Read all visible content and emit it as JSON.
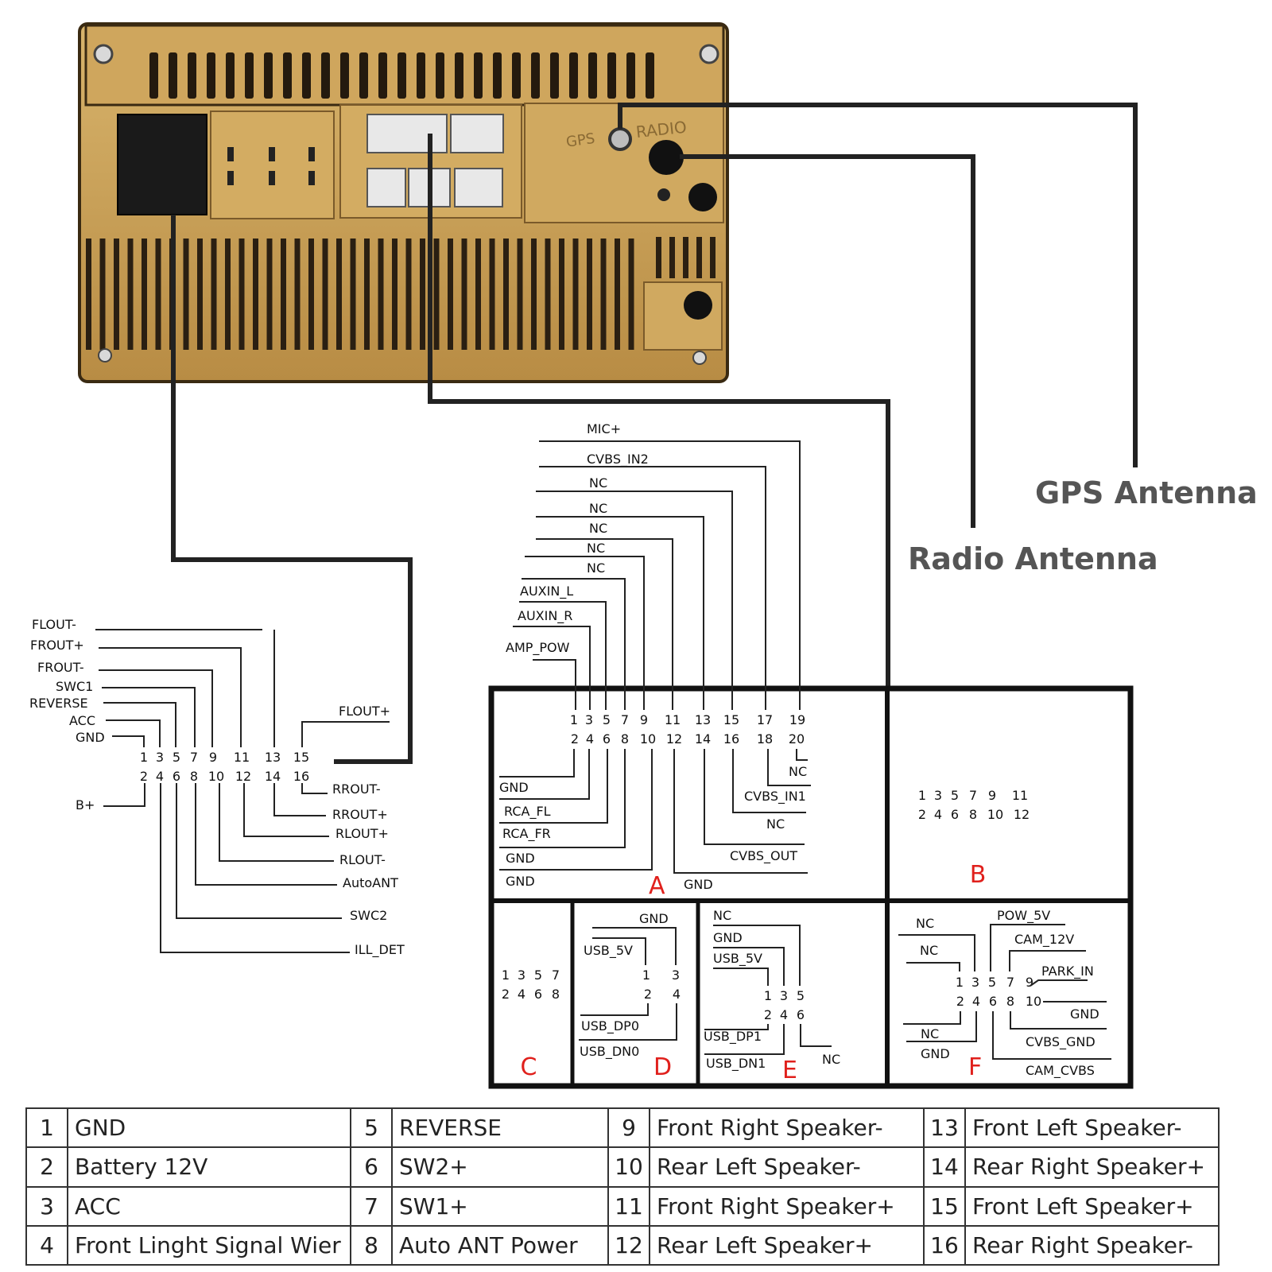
{
  "antenna_labels": {
    "gps": "GPS Antenna",
    "radio": "Radio Antenna"
  },
  "unit_labels": {
    "gps_port": "GPS",
    "radio_port": "RADIO"
  },
  "harness_main": {
    "left_labels": [
      "FLOUT-",
      "FROUT+",
      "FROUT-",
      "SWC1",
      "REVERSE",
      "ACC",
      "GND"
    ],
    "right_labels": [
      "FLOUT+",
      "RROUT-",
      "RROUT+",
      "RLOUT+",
      "RLOUT-",
      "AutoANT",
      "SWC2",
      "ILL_DET"
    ],
    "b_plus": "B+",
    "pins_top": [
      "1",
      "3",
      "5",
      "7",
      "9",
      "11",
      "13",
      "15"
    ],
    "pins_bottom": [
      "2",
      "4",
      "6",
      "8",
      "10",
      "12",
      "14",
      "16"
    ]
  },
  "connector_a": {
    "letter": "A",
    "top_labels": [
      "MIC+",
      "CVBS_IN2",
      "NC",
      "NC",
      "NC",
      "NC",
      "NC",
      "AUXIN_L",
      "AUXIN_R",
      "AMP_POW"
    ],
    "pins_top": [
      "1",
      "3",
      "5",
      "7",
      "9",
      "11",
      "13",
      "15",
      "17",
      "19"
    ],
    "pins_bottom": [
      "2",
      "4",
      "6",
      "8",
      "10",
      "12",
      "14",
      "16",
      "18",
      "20"
    ],
    "bottom_left_labels": [
      "GND",
      "RCA_FL",
      "RCA_FR",
      "GND",
      "GND"
    ],
    "bottom_right_labels": [
      "NC",
      "CVBS_IN1",
      "NC",
      "CVBS_OUT",
      "GND"
    ]
  },
  "connector_b": {
    "letter": "B",
    "pins_top": [
      "1",
      "3",
      "5",
      "7",
      "9",
      "11"
    ],
    "pins_bottom": [
      "2",
      "4",
      "6",
      "8",
      "10",
      "12"
    ]
  },
  "connector_c": {
    "letter": "C",
    "pins_top": [
      "1",
      "3",
      "5",
      "7"
    ],
    "pins_bottom": [
      "2",
      "4",
      "6",
      "8"
    ]
  },
  "connector_d": {
    "letter": "D",
    "labels": [
      "GND",
      "USB_5V",
      "USB_DP0",
      "USB_DN0"
    ],
    "pins_top": [
      "1",
      "3"
    ],
    "pins_bottom": [
      "2",
      "4"
    ]
  },
  "connector_e": {
    "letter": "E",
    "labels": [
      "NC",
      "GND",
      "USB_5V",
      "USB_DP1",
      "USB_DN1",
      "NC"
    ],
    "pins_top": [
      "1",
      "3",
      "5"
    ],
    "pins_bottom": [
      "2",
      "4",
      "6"
    ]
  },
  "connector_f": {
    "letter": "F",
    "left_labels": [
      "NC",
      "NC",
      "NC",
      "GND"
    ],
    "right_labels": [
      "POW_5V",
      "CAM_12V",
      "PARK_IN",
      "GND",
      "CVBS_GND",
      "CAM_CVBS"
    ],
    "pins_top": [
      "1",
      "3",
      "5",
      "7",
      "9"
    ],
    "pins_bottom": [
      "2",
      "4",
      "6",
      "8",
      "10"
    ]
  },
  "pin_table": [
    [
      {
        "n": "1",
        "t": "GND"
      },
      {
        "n": "5",
        "t": "REVERSE"
      },
      {
        "n": "9",
        "t": "Front Right Speaker-"
      },
      {
        "n": "13",
        "t": "Front Left Speaker-"
      }
    ],
    [
      {
        "n": "2",
        "t": "Battery 12V"
      },
      {
        "n": "6",
        "t": "SW2+"
      },
      {
        "n": "10",
        "t": "Rear Left Speaker-"
      },
      {
        "n": "14",
        "t": "Rear Right Speaker+"
      }
    ],
    [
      {
        "n": "3",
        "t": "ACC"
      },
      {
        "n": "7",
        "t": "SW1+"
      },
      {
        "n": "11",
        "t": "Front Right Speaker+"
      },
      {
        "n": "15",
        "t": "Front Left Speaker+"
      }
    ],
    [
      {
        "n": "4",
        "t": "Front Linght Signal Wier"
      },
      {
        "n": "8",
        "t": "Auto ANT Power"
      },
      {
        "n": "12",
        "t": "Rear Left Speaker+"
      },
      {
        "n": "16",
        "t": "Rear Right Speaker-"
      }
    ]
  ],
  "colors": {
    "unit_gold": "#c9a25a",
    "unit_dark": "#2a1f12",
    "wire": "#222222",
    "connector_letter": "#e0201c",
    "antenna_text": "#555555"
  }
}
